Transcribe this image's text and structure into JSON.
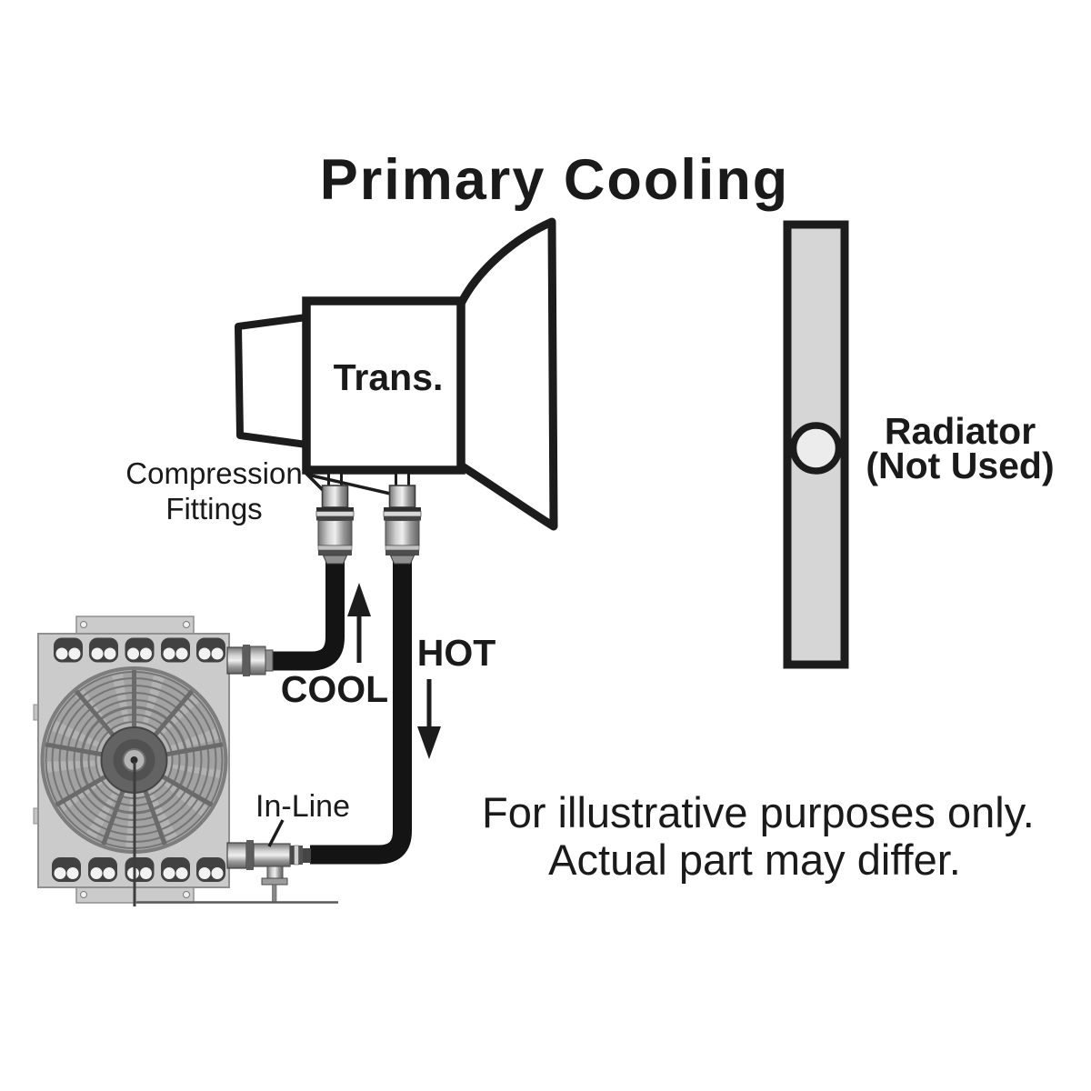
{
  "title": "Primary Cooling",
  "labels": {
    "transmission": "Trans.",
    "compression_line1": "Compression",
    "compression_line2": "Fittings",
    "cool": "COOL",
    "hot": "HOT",
    "inline": "In-Line",
    "radiator_line1": "Radiator",
    "radiator_line2": "(Not Used)"
  },
  "disclaimer": {
    "line1": "For illustrative purposes only.",
    "line2": "Actual part may differ."
  },
  "icons": {
    "cool_flow": "up-arrow-icon",
    "hot_flow": "down-arrow-icon"
  },
  "colors": {
    "background": "#ffffff",
    "outline": "#1c1c1c",
    "hose": "#141414",
    "radiator_fill": "#d6d6d6",
    "radiator_port_fill": "#ececec",
    "cooler_panel": "#cbcbcb",
    "fan_backdrop": "#b2b2b2",
    "metal_light": "#efefef",
    "metal_dark": "#646464"
  }
}
